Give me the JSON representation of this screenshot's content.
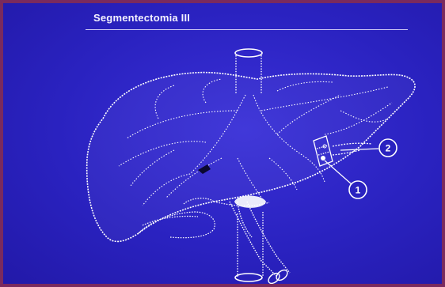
{
  "slide": {
    "title": "Segmentectomia  III",
    "background_color": "#2a22c0",
    "frame_color": "#7a2a5e",
    "line_color": "#ffffff"
  },
  "callouts": [
    {
      "label": "1"
    },
    {
      "label": "2"
    }
  ]
}
